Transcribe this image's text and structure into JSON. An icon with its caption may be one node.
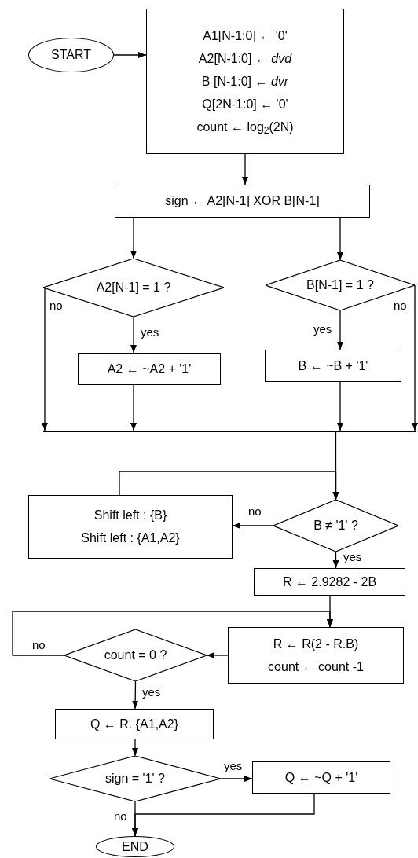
{
  "diagram": {
    "nodes": [
      {
        "text": [
          "START"
        ]
      },
      {
        "text": [
          "A1[N-1:0] ← '0'",
          "A2[N-1:0] ← *dvd*",
          "B [N-1:0] ← *dvr*",
          "Q[2N-1:0] ← '0'",
          "count ← log$_{2}$(2N)"
        ]
      },
      {
        "text": [
          "sign ← A2[N-1]  XOR B[N-1]"
        ]
      },
      {
        "text": [
          "A2[N-1] = 1 ?"
        ]
      },
      {
        "text": [
          "B[N-1] = 1 ?"
        ]
      },
      {
        "text": [
          "A2 ← ~A2 + '1'"
        ]
      },
      {
        "text": [
          "B ← ~B + '1'"
        ]
      },
      {
        "text": [],
        "shape": "bar"
      },
      {
        "text": [
          "Shift left : {B}",
          "Shift left : {A1,A2}"
        ]
      },
      {
        "text": [
          "B ≠ '1' ?"
        ]
      },
      {
        "text": [
          "R ← 2.9282 - 2B"
        ]
      },
      {
        "text": [
          "R ← R(2 - R.B)",
          "count ← count -1"
        ]
      },
      {
        "text": [
          "count = 0 ?"
        ]
      },
      {
        "text": [
          "Q ← R. {A1,A2}"
        ]
      },
      {
        "text": [
          "sign = '1' ?"
        ]
      },
      {
        "text": [
          "Q ← ~Q + '1'"
        ]
      },
      {
        "text": [
          "END"
        ]
      }
    ],
    "edges": [
      {
        "from": 0,
        "to": 1,
        "arrow": "to"
      },
      {
        "from": 1,
        "to": 2,
        "arrow": "to"
      },
      {
        "from": 2,
        "to": 3,
        "arrow": "to"
      },
      {
        "from": 2,
        "to": 4,
        "arrow": "to"
      },
      {
        "from": 3,
        "to": 5,
        "arrow": "to",
        "label": "yes"
      },
      {
        "from": 4,
        "to": 6,
        "arrow": "to",
        "label": "yes"
      },
      {
        "from": 3,
        "to": 7,
        "arrow": "to",
        "label": "no"
      },
      {
        "from": 5,
        "to": 7,
        "arrow": "to"
      },
      {
        "from": 6,
        "to": 7,
        "arrow": "to"
      },
      {
        "from": 4,
        "to": 7,
        "arrow": "to",
        "label": "no"
      },
      {
        "from": 7,
        "to": 9,
        "arrow": "to"
      },
      {
        "from": 9,
        "to": 8,
        "arrow": "to",
        "label": "no"
      },
      {
        "from": 8,
        "to": 9,
        "arrow": "to"
      },
      {
        "from": 9,
        "to": 10,
        "arrow": "to",
        "label": "yes"
      },
      {
        "from": 10,
        "to": 11,
        "arrow": "to"
      },
      {
        "from": 11,
        "to": 12,
        "arrow": "to"
      },
      {
        "from": 12,
        "to": 11,
        "arrow": "to",
        "label": "no"
      },
      {
        "from": 12,
        "to": 13,
        "arrow": "to",
        "label": "yes"
      },
      {
        "from": 13,
        "to": 14,
        "arrow": "to"
      },
      {
        "from": 14,
        "to": 15,
        "arrow": "to",
        "label": "yes"
      },
      {
        "from": 14,
        "to": 16,
        "arrow": "to",
        "label": "no"
      },
      {
        "from": 15,
        "to": 16,
        "arrow": "to"
      }
    ]
  }
}
